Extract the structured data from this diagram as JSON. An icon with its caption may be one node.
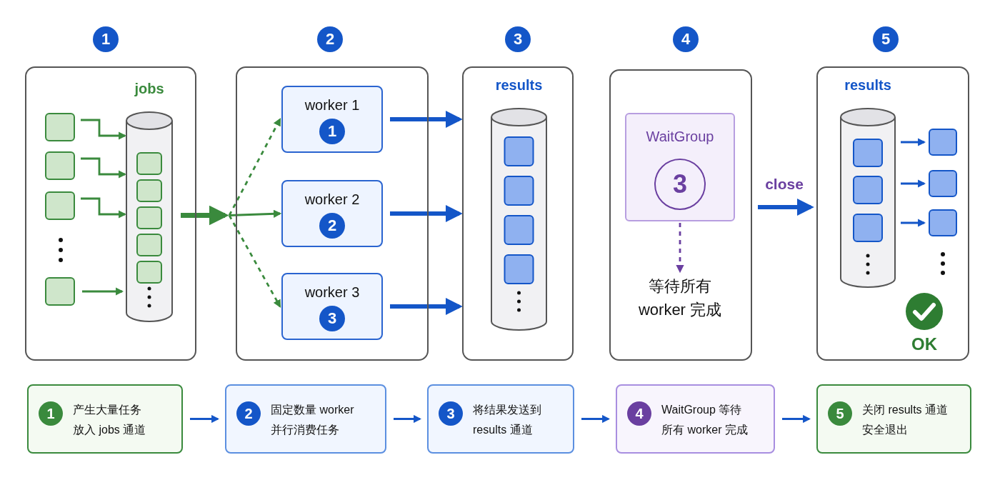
{
  "diagram": {
    "nodes": [
      {
        "text": [
          "1"
        ]
      },
      {
        "text": [
          "2"
        ]
      },
      {
        "text": [
          "3"
        ]
      },
      {
        "text": [
          "4"
        ]
      },
      {
        "text": [
          "5"
        ]
      },
      {
        "text": [],
        "shape": "box",
        "in": 0
      },
      {
        "text": [],
        "shape": "box",
        "in": 0
      },
      {
        "text": [],
        "shape": "box",
        "in": 0
      },
      {
        "text": [],
        "shape": "box",
        "in": 0
      },
      {
        "text": [
          "jobs"
        ],
        "in": 0
      },
      {
        "text": [
          "worker 1",
          "1"
        ],
        "in": 1
      },
      {
        "text": [
          "worker 2",
          "2"
        ],
        "in": 1
      },
      {
        "text": [
          "worker 3",
          "3"
        ],
        "in": 1
      },
      {
        "text": [
          "results"
        ],
        "in": 2
      },
      {
        "text": [
          "WaitGroup",
          "3"
        ],
        "in": 3
      },
      {
        "text": [
          "等待所有 worker 完成"
        ],
        "in": 3
      },
      {
        "text": [
          "results"
        ],
        "in": 4
      },
      {
        "text": [],
        "shape": "box",
        "in": 4
      },
      {
        "text": [],
        "shape": "box",
        "in": 4
      },
      {
        "text": [],
        "shape": "box",
        "in": 4
      },
      {
        "text": [
          "1",
          "产生大量任务放入 jobs 通道"
        ]
      },
      {
        "text": [
          "2",
          "固定数量 worker 并行消费任务"
        ]
      },
      {
        "text": [
          "3",
          "将结果发送到 results 通道"
        ]
      },
      {
        "text": [
          "4",
          "WaitGroup 等待所有 worker 完成"
        ]
      },
      {
        "text": [
          "5",
          "关闭 results 通道安全退出"
        ]
      }
    ],
    "edges": [
      {
        "from": 5,
        "to": 9,
        "arrow": "to",
        "color": "#3a8a3d"
      },
      {
        "from": 6,
        "to": 9,
        "arrow": "to",
        "color": "#3a8a3d"
      },
      {
        "from": 7,
        "to": 9,
        "arrow": "to",
        "color": "#3a8a3d"
      },
      {
        "from": 8,
        "to": 9,
        "arrow": "to",
        "color": "#3a8a3d"
      },
      {
        "from": 9,
        "to": 10,
        "arrow": "to",
        "style": "dashed",
        "color": "#3a8a3d"
      },
      {
        "from": 9,
        "to": 11,
        "arrow": "to",
        "color": "#3a8a3d"
      },
      {
        "from": 9,
        "to": 12,
        "arrow": "to",
        "style": "dashed",
        "color": "#3a8a3d"
      },
      {
        "from": 10,
        "to": 2,
        "arrow": "to",
        "style": "thick"
      },
      {
        "from": 11,
        "to": 2,
        "arrow": "to",
        "style": "thick"
      },
      {
        "from": 12,
        "to": 2,
        "arrow": "to",
        "style": "thick"
      },
      {
        "from": 14,
        "to": 15,
        "arrow": "to",
        "style": "dashed",
        "color": "#6a3fa0"
      },
      {
        "from": 3,
        "to": 4,
        "arrow": "to",
        "label": "close",
        "style": "thick"
      },
      {
        "from": 16,
        "to": 17,
        "arrow": "to"
      },
      {
        "from": 16,
        "to": 18,
        "arrow": "to"
      },
      {
        "from": 16,
        "to": 19,
        "arrow": "to"
      },
      {
        "from": 20,
        "to": 21,
        "arrow": "to"
      },
      {
        "from": 21,
        "to": 22,
        "arrow": "to"
      },
      {
        "from": 22,
        "to": 23,
        "arrow": "to"
      },
      {
        "from": 23,
        "to": 24,
        "arrow": "to"
      }
    ],
    "labels": [
      "OK"
    ]
  }
}
